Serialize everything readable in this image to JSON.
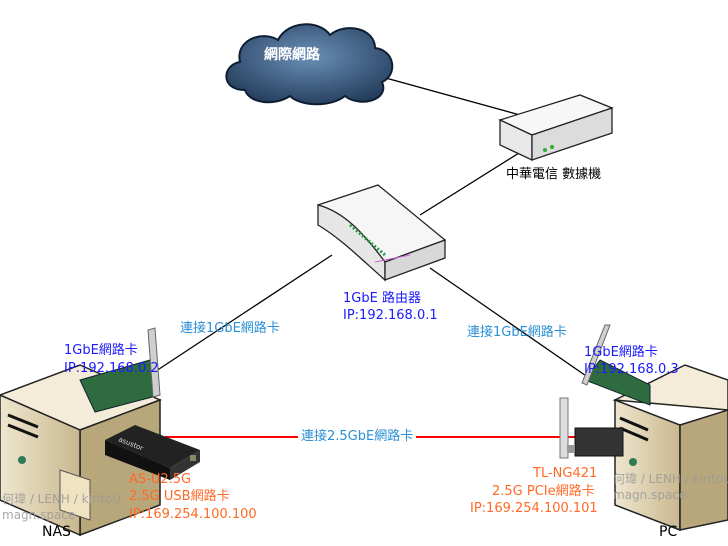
{
  "internet": {
    "label": "網際網路"
  },
  "modem": {
    "label": "中華電信 數據機"
  },
  "router": {
    "label": "1GbE 路由器",
    "ip": "IP:192.168.0.1"
  },
  "links": {
    "nas_router": "連接1GbE網路卡",
    "pc_router": "連接1GbE網路卡",
    "nas_pc": "連接2.5GbE網路卡"
  },
  "nas": {
    "label": "NAS",
    "nic1": {
      "name": "1GbE網路卡",
      "ip": "IP:192.168.0.2"
    },
    "nic2": {
      "model": "AS-U2.5G",
      "name": "2.5G USB網路卡",
      "ip": "IP:169.254.100.100"
    },
    "adapter_brand": "asustor"
  },
  "pc": {
    "label": "PC",
    "nic1": {
      "name": "1GbE網路卡",
      "ip": "IP:192.168.0.3"
    },
    "nic2": {
      "model": "TL-NG421",
      "name": "2.5G PCIe網路卡",
      "ip": "IP:169.254.100.101"
    }
  },
  "watermark": {
    "line1": "何瑋 / LENH / kiritoU",
    "line2": "magn.space"
  },
  "colors": {
    "ip_blue": "#1a1aff",
    "link_label": "#2a8fd6",
    "nic25": "#ff6a26",
    "link25": "#ff0000"
  }
}
